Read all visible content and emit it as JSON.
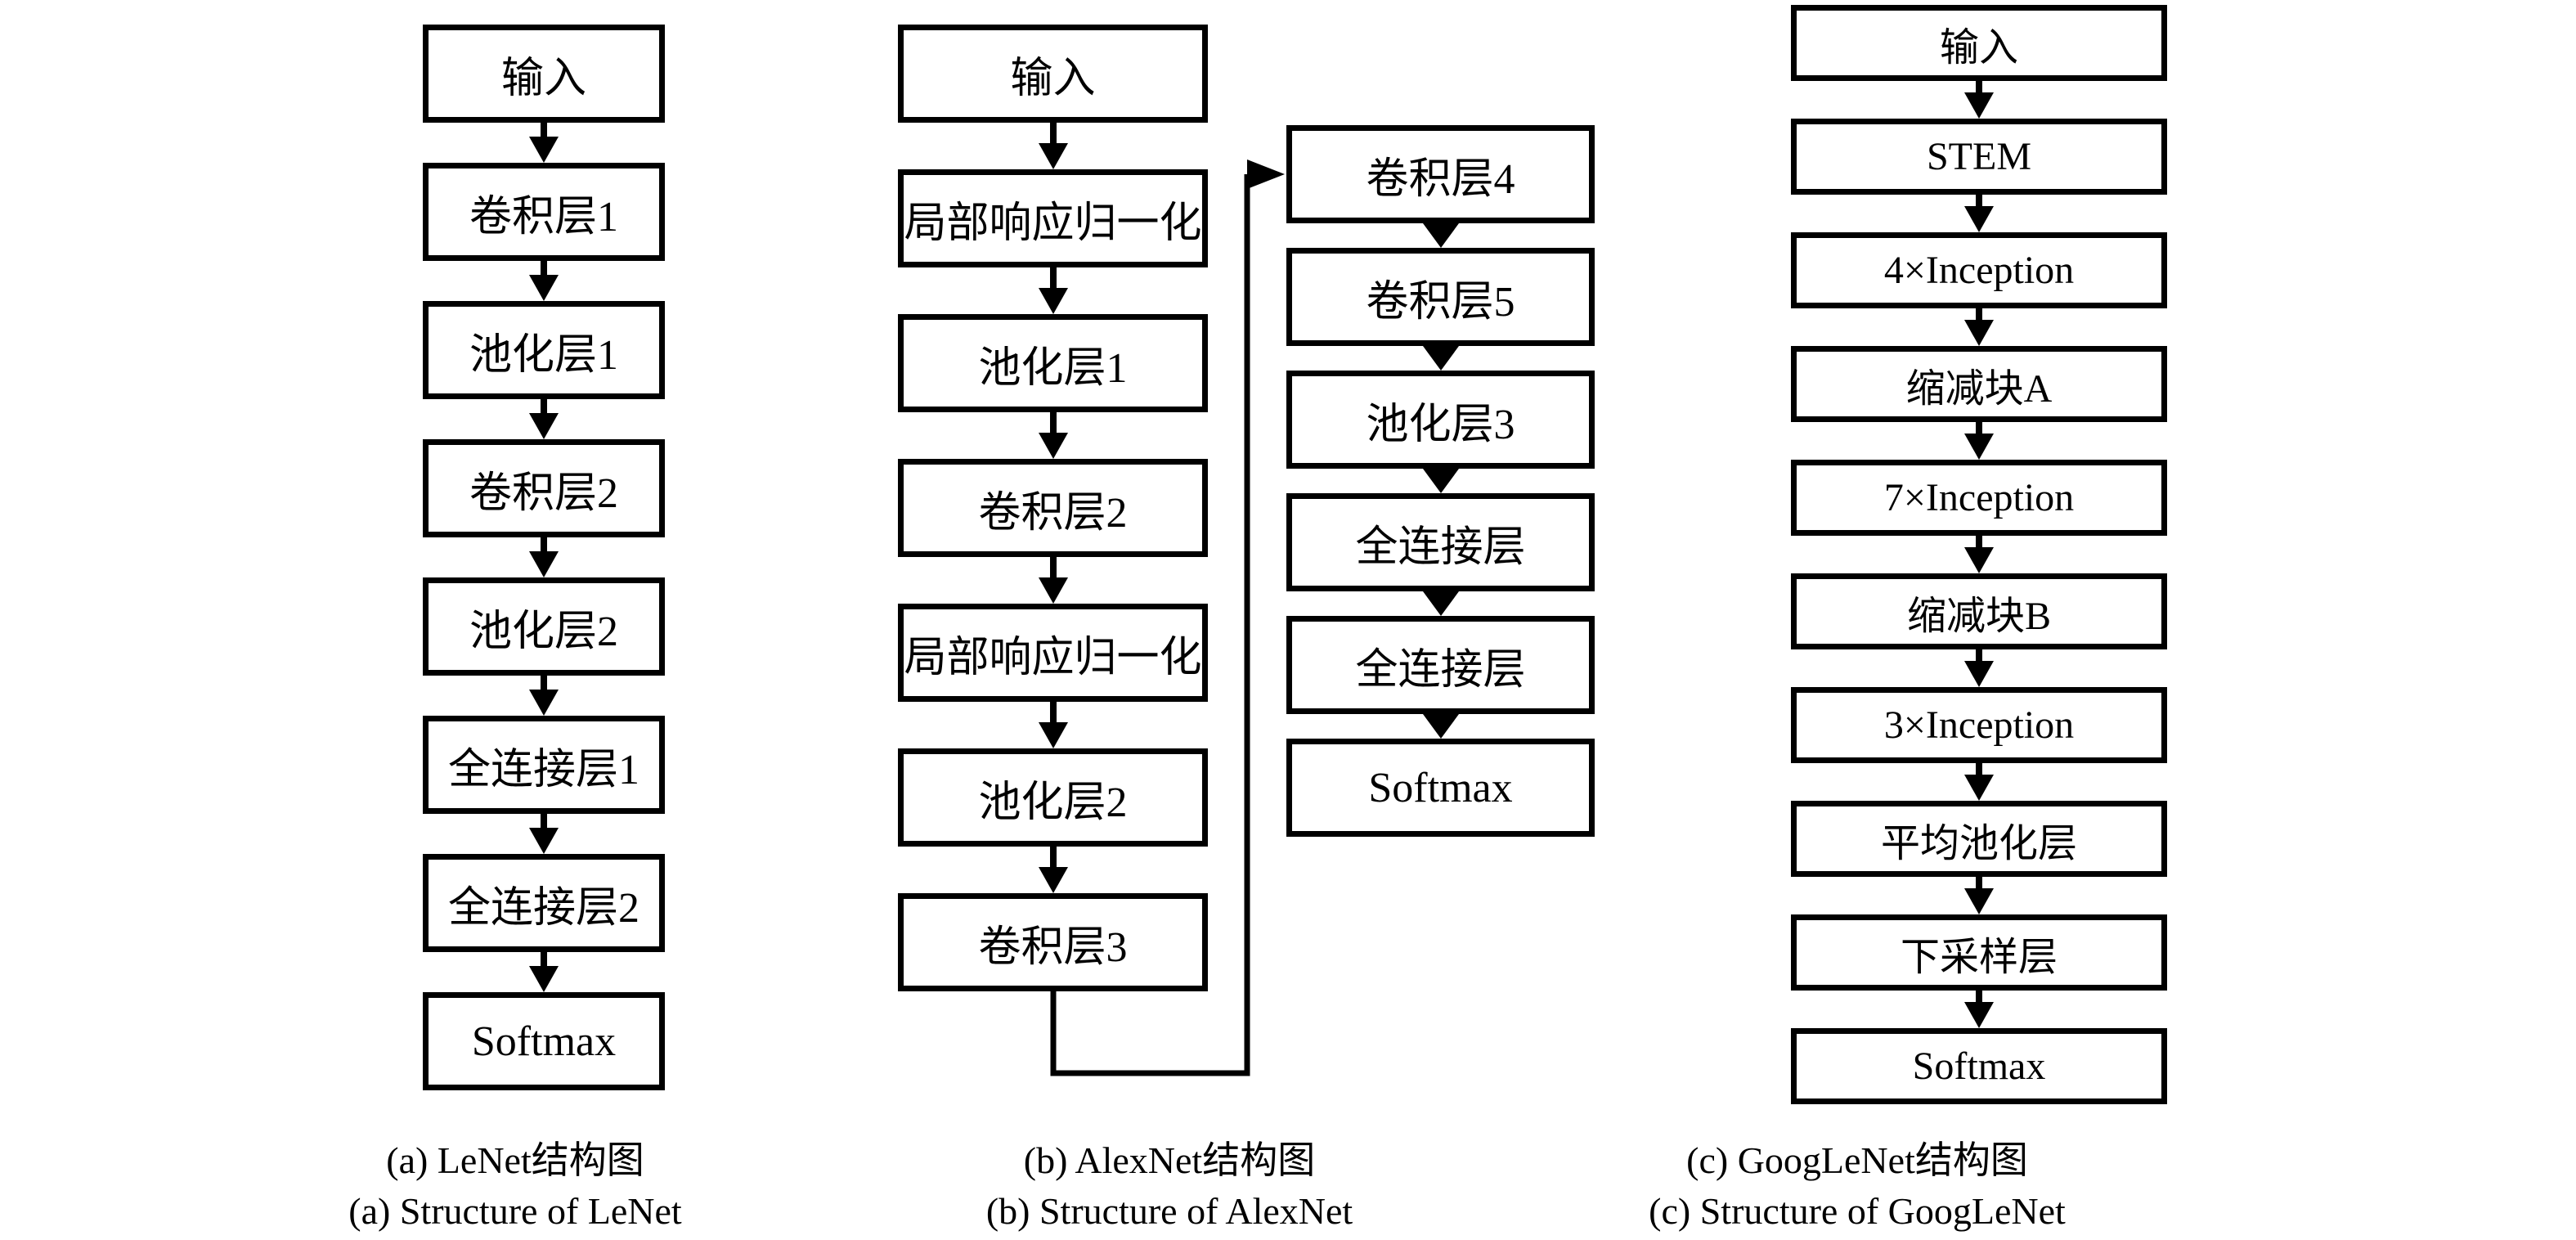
{
  "figure": {
    "background": "#ffffff",
    "line_color": "#000000",
    "text_color": "#000000",
    "columns": [
      {
        "id": "lenet",
        "boxes": [
          "输入",
          "卷积层1",
          "池化层1",
          "卷积层2",
          "池化层2",
          "全连接层1",
          "全连接层2",
          "Softmax"
        ]
      },
      {
        "id": "alexnet-left",
        "boxes": [
          "输入",
          "局部响应归一化",
          "池化层1",
          "卷积层2",
          "局部响应归一化",
          "池化层2",
          "卷积层3"
        ]
      },
      {
        "id": "alexnet-right",
        "boxes": [
          "卷积层4",
          "卷积层5",
          "池化层3",
          "全连接层",
          "全连接层",
          "Softmax"
        ]
      },
      {
        "id": "googlenet",
        "boxes": [
          "输入",
          "STEM",
          "4×Inception",
          "缩减块A",
          "7×Inception",
          "缩减块B",
          "3×Inception",
          "平均池化层",
          "下采样层",
          "Softmax"
        ]
      }
    ],
    "captions": [
      {
        "zh": "(a) LeNet结构图",
        "en": "(a) Structure of LeNet"
      },
      {
        "zh": "(b) AlexNet结构图",
        "en": "(b) Structure of AlexNet"
      },
      {
        "zh": "(c) GoogLeNet结构图",
        "en": "(c) Structure of GoogLeNet"
      }
    ]
  }
}
